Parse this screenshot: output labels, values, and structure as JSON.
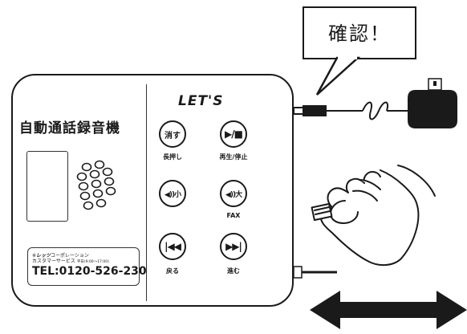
{
  "callout": {
    "text": "確認！"
  },
  "device": {
    "name": "自動通話録音機",
    "brand": "LET'S",
    "support": {
      "brand_prefix": "※",
      "brand": "レッツ",
      "corp": "コーポレーション",
      "dept": "カスタマーサービス",
      "hours": "平日(9:00～17:00)",
      "tel": "TEL:0120-526-230"
    },
    "buttons": [
      {
        "name": "delete",
        "face": "消す",
        "caption": "長押し"
      },
      {
        "name": "play-stop",
        "face": "▶/■",
        "caption": "再生/停止"
      },
      {
        "name": "volume-down",
        "face": "◀))小",
        "caption": ""
      },
      {
        "name": "volume-up",
        "face": "◀))大",
        "caption": "FAX"
      },
      {
        "name": "back",
        "face": "|◀◀",
        "caption": "戻る"
      },
      {
        "name": "forward",
        "face": "▶▶|",
        "caption": "進む"
      }
    ]
  },
  "icons": [
    "speaker-grille-icon",
    "ac-adapter-icon",
    "hand-icon",
    "double-arrow-icon",
    "cable-icon"
  ]
}
